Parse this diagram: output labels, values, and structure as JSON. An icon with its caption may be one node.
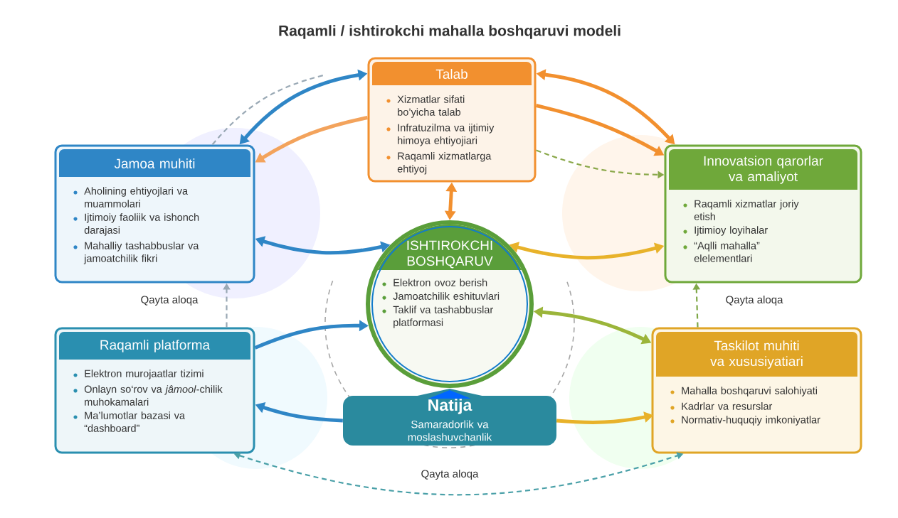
{
  "diagram": {
    "title": "Raqamli / ishtirokchi mahalla boshqaruvi modeli",
    "nodes": [
      {
        "text": [
          "Talab",
          "Xizmatlar sifati bo’yicha talab",
          "Infratuzilma va ijtimiy himoya ehtiyojiari",
          "Raqamli xizmatlarga ehtiyoj"
        ]
      },
      {
        "text": [
          "Jamoa muhiti",
          "Aholining ehtiyojlari va muammolari",
          "Ijtimoiy faoliik va ishonch darajasi",
          "Mahalliy tashabbuslar va jamoatchilik fikri"
        ]
      },
      {
        "text": [
          "Innovatsion qarorlar va amaliyot",
          "Raqamli xizmatlar joriy etish",
          "Ijtimioy loyihalar",
          "“Aqlli mahalla” elelementlari"
        ]
      },
      {
        "text": [
          "ISHTIROKCHI BOSHQARUV",
          "Elektron ovoz berish",
          "Jamoatchilik eshituvlari",
          "Taklif va tashabbuslar platformasi"
        ]
      },
      {
        "text": [
          "Raqamli platforma",
          "Elektron murojaatlar tizimi",
          "Onlayn so‘rov va *jâmool*-chilik muhokamalari",
          "Ma’lumotlar bazasi va “dashboard”"
        ]
      },
      {
        "text": [
          "Taskilot muhiti va xususiyatiari",
          "Mahalla boshqaruvi salohiyati",
          "Kadrlar va resurslar",
          "Normativ-huquqiy imkoniyatlar"
        ]
      },
      {
        "text": [
          "Natija",
          "Samaradorlik va moslashuvchanlik"
        ]
      }
    ],
    "edges": [
      {
        "from": 1,
        "to": 0,
        "arrow": "both",
        "color": "#2f86c6"
      },
      {
        "from": 0,
        "to": 1,
        "arrow": "to",
        "color": "#f3a35c"
      },
      {
        "from": 1,
        "to": 0,
        "arrow": "none",
        "style": "dashed",
        "color": "#9aa9b5"
      },
      {
        "from": 0,
        "to": 2,
        "arrow": "both",
        "color": "#f2902f"
      },
      {
        "from": 0,
        "to": 2,
        "arrow": "to",
        "color": "#f2902f"
      },
      {
        "from": 0,
        "to": 2,
        "arrow": "to",
        "style": "dashed",
        "color": "#8aa84a"
      },
      {
        "from": 1,
        "to": 3,
        "arrow": "both",
        "color": "#2f86c6"
      },
      {
        "from": 0,
        "to": 3,
        "arrow": "both",
        "color": "#f2902f"
      },
      {
        "from": 2,
        "to": 3,
        "arrow": "both",
        "color": "#e8b22a"
      },
      {
        "from": 4,
        "to": 3,
        "arrow": "to",
        "color": "#2f86c6"
      },
      {
        "from": 3,
        "to": 5,
        "arrow": "both",
        "color": "#9bb53a"
      },
      {
        "from": 6,
        "to": 4,
        "arrow": "to",
        "color": "#2f86c6"
      },
      {
        "from": 6,
        "to": 5,
        "arrow": "to",
        "color": "#e8b22a"
      },
      {
        "from": 4,
        "to": 5,
        "arrow": "both",
        "style": "dashed",
        "color": "#4aa0a8",
        "label": "Qayta aloqa"
      },
      {
        "from": 4,
        "to": 1,
        "arrow": "to",
        "style": "dashed",
        "color": "#9aa9b5",
        "label": "Qayta aloqa"
      },
      {
        "from": 5,
        "to": 2,
        "arrow": "to",
        "style": "dashed",
        "color": "#7fa848",
        "label": "Qayta aloqa"
      }
    ]
  }
}
